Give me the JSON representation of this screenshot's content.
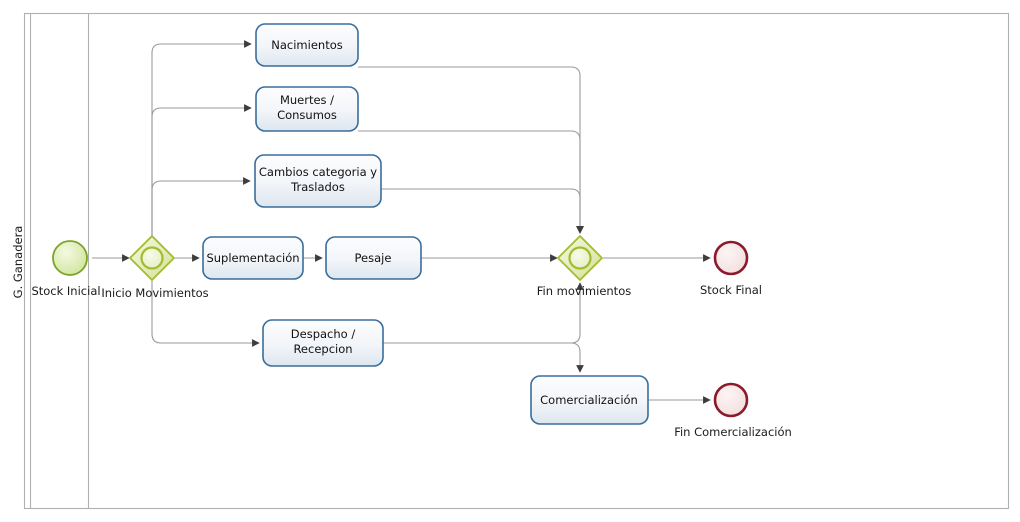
{
  "diagram": {
    "type": "bpmn-process",
    "pool": {
      "lane_label": "G. Ganadera"
    },
    "events": [
      {
        "id": "start",
        "kind": "start-event",
        "label": "Stock Inicial",
        "stroke": "#7ba428",
        "fill": "#d9e8a6"
      },
      {
        "id": "end_stock",
        "kind": "end-event",
        "label": "Stock Final",
        "stroke": "#8b1a2b",
        "fill": "#f4dede"
      },
      {
        "id": "end_com",
        "kind": "end-event",
        "label": "Fin Comercialización",
        "stroke": "#8b1a2b",
        "fill": "#f4dede"
      }
    ],
    "gateways": [
      {
        "id": "gw_start",
        "kind": "inclusive-gateway",
        "label": "Inicio Movimientos",
        "stroke": "#a3bc2e",
        "fill": "#e5efc0"
      },
      {
        "id": "gw_end",
        "kind": "inclusive-gateway",
        "label": "Fin movimientos",
        "stroke": "#a3bc2e",
        "fill": "#e5efc0"
      }
    ],
    "tasks": [
      {
        "id": "t_nac",
        "label": "Nacimientos",
        "lines": [
          "Nacimientos"
        ]
      },
      {
        "id": "t_mue",
        "label": "Muertes / Consumos",
        "lines": [
          "Muertes /",
          "Consumos"
        ]
      },
      {
        "id": "t_cam",
        "label": "Cambios categoria y Traslados",
        "lines": [
          "Cambios categoria y",
          "Traslados"
        ]
      },
      {
        "id": "t_sup",
        "label": "Suplementación",
        "lines": [
          "Suplementación"
        ]
      },
      {
        "id": "t_pes",
        "label": "Pesaje",
        "lines": [
          "Pesaje"
        ]
      },
      {
        "id": "t_des",
        "label": "Despacho / Recepcion",
        "lines": [
          "Despacho /",
          "Recepcion"
        ]
      },
      {
        "id": "t_com",
        "label": "Comercialización",
        "lines": [
          "Comercialización"
        ]
      }
    ],
    "task_style": {
      "stroke": "#3a6d9a",
      "fill_top": "#ffffff",
      "fill_bottom": "#dfe7ef"
    },
    "flow_style": {
      "stroke": "#9a9a9a"
    }
  }
}
